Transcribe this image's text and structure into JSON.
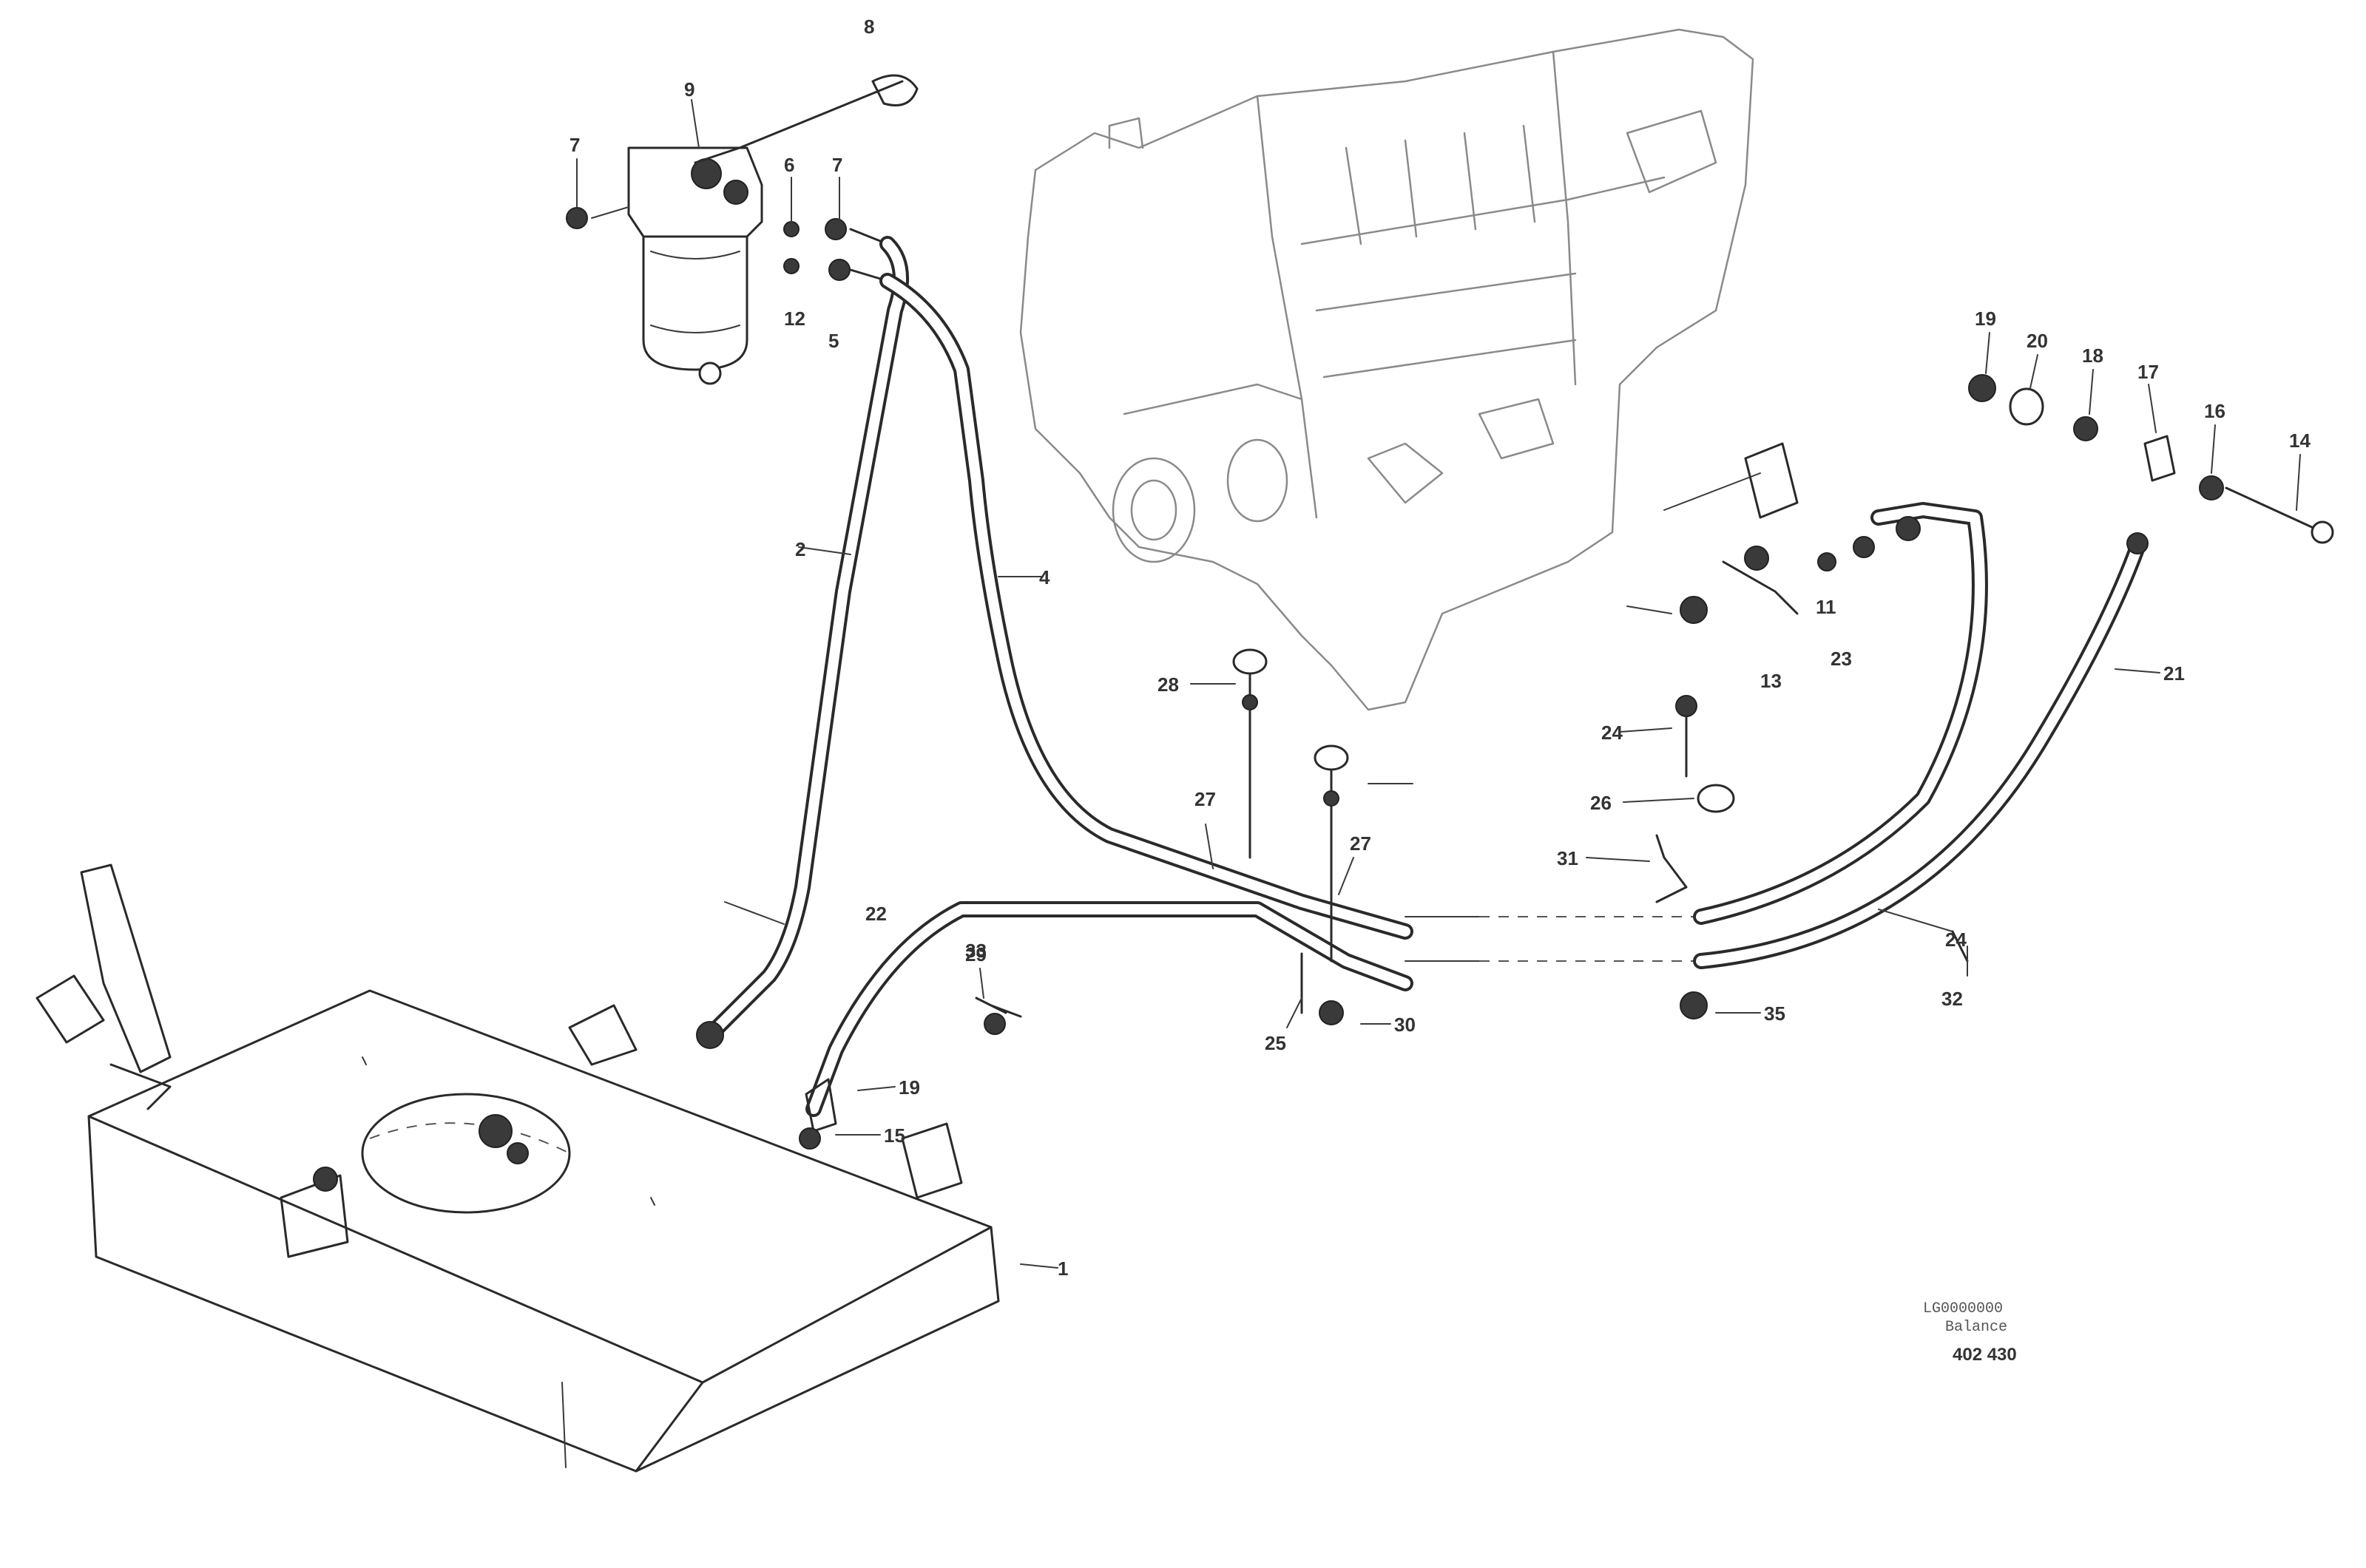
{
  "callouts": {
    "c1": "1",
    "c2": "2",
    "c4": "4",
    "c5": "5",
    "c6": "6",
    "c7a": "7",
    "c7b": "7",
    "c8": "8",
    "c9": "9",
    "c11": "11",
    "c12": "12",
    "c13": "13",
    "c14": "14",
    "c15": "15",
    "c16": "16",
    "c17": "17",
    "c18": "18",
    "c19a": "19",
    "c19b": "19",
    "c20": "20",
    "c21": "21",
    "c22": "22",
    "c23": "23",
    "c24a": "24",
    "c24b": "24",
    "c25": "25",
    "c26": "26",
    "c27a": "27",
    "c27b": "27",
    "c28": "28",
    "c29": "29",
    "c30": "30",
    "c31": "31",
    "c32": "32",
    "c33": "33",
    "c35": "35"
  },
  "stamp": {
    "line1": "LG0000000",
    "line2": "Balance",
    "code": "402 430"
  }
}
